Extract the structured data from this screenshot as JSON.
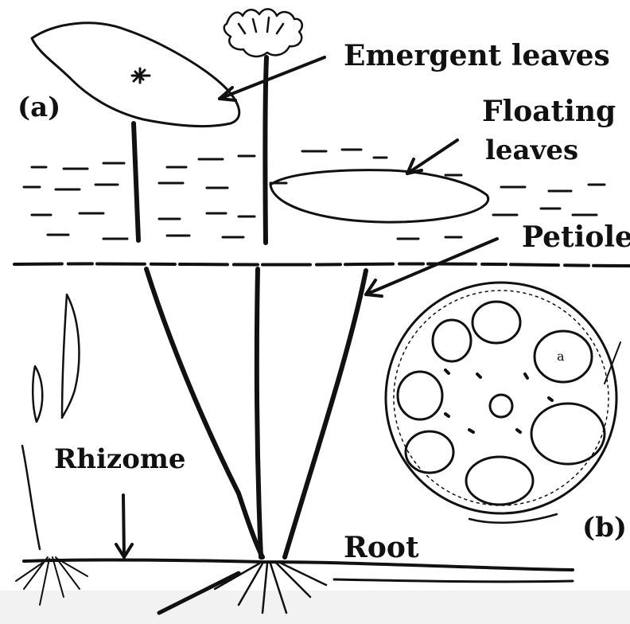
{
  "labels": {
    "panel_a": "(a)",
    "emergent": "Emergent leaves",
    "floating_line1": "Floating",
    "floating_line2": "leaves",
    "petiole": "Petiole",
    "rhizome": "Rhizome",
    "root": "Root",
    "panel_b": "(b)",
    "air_space": "a"
  },
  "colors": {
    "ink": "#111111",
    "background": "#ffffff",
    "footer_band": "#f2f2f2"
  }
}
